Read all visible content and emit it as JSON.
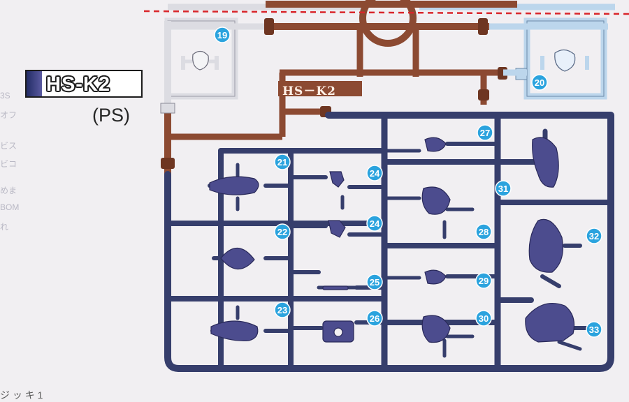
{
  "tag": {
    "code": "HS-K2",
    "material": "(PS)"
  },
  "runner_label": "HS－K2",
  "left_margin_marks": [
    "3S",
    "オフ",
    "ビス",
    "ビコ",
    "めま",
    "BOM",
    "れ"
  ],
  "bottom_note": "ジ ッ キ 1",
  "colors": {
    "frame_light": "#e6e6ea",
    "frame_light_blue": "#bcd6ec",
    "frame_brown": "#8c4a32",
    "frame_navy": "#363e6c",
    "part_purple": "#4c4c8e",
    "callout_blue": "#2ba3de",
    "cut_line": "#d9252a"
  },
  "part_numbers": [
    "19",
    "20",
    "21",
    "22",
    "23",
    "24",
    "24",
    "25",
    "26",
    "27",
    "28",
    "29",
    "30",
    "31",
    "32",
    "33"
  ]
}
